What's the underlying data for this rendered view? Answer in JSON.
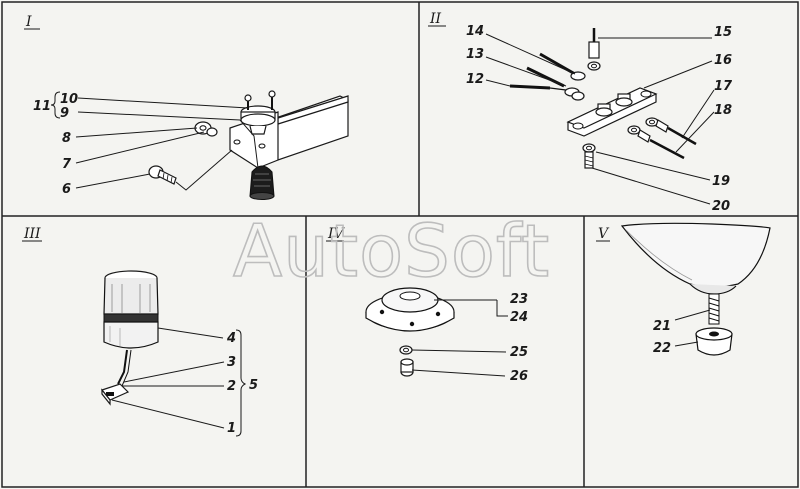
{
  "watermark": "AutoSoft",
  "panels": [
    {
      "id": "I",
      "numeral": "I",
      "callouts": [
        {
          "name": "callout-10",
          "text": "10"
        },
        {
          "name": "callout-9",
          "text": "9"
        },
        {
          "name": "callout-11",
          "text": "11"
        },
        {
          "name": "callout-8",
          "text": "8"
        },
        {
          "name": "callout-7",
          "text": "7"
        },
        {
          "name": "callout-6",
          "text": "6"
        }
      ]
    },
    {
      "id": "II",
      "numeral": "II",
      "callouts": [
        {
          "name": "callout-14",
          "text": "14"
        },
        {
          "name": "callout-15",
          "text": "15"
        },
        {
          "name": "callout-13",
          "text": "13"
        },
        {
          "name": "callout-16",
          "text": "16"
        },
        {
          "name": "callout-12",
          "text": "12"
        },
        {
          "name": "callout-17",
          "text": "17"
        },
        {
          "name": "callout-18",
          "text": "18"
        },
        {
          "name": "callout-19",
          "text": "19"
        },
        {
          "name": "callout-20",
          "text": "20"
        }
      ]
    },
    {
      "id": "III",
      "numeral": "III",
      "callouts": [
        {
          "name": "callout-4",
          "text": "4"
        },
        {
          "name": "callout-3",
          "text": "3"
        },
        {
          "name": "callout-2",
          "text": "2"
        },
        {
          "name": "callout-5",
          "text": "5"
        },
        {
          "name": "callout-1",
          "text": "1"
        }
      ]
    },
    {
      "id": "IV",
      "numeral": "IV",
      "callouts": [
        {
          "name": "callout-23",
          "text": "23"
        },
        {
          "name": "callout-24",
          "text": "24"
        },
        {
          "name": "callout-25",
          "text": "25"
        },
        {
          "name": "callout-26",
          "text": "26"
        }
      ]
    },
    {
      "id": "V",
      "numeral": "V",
      "callouts": [
        {
          "name": "callout-21",
          "text": "21"
        },
        {
          "name": "callout-22",
          "text": "22"
        }
      ]
    }
  ]
}
